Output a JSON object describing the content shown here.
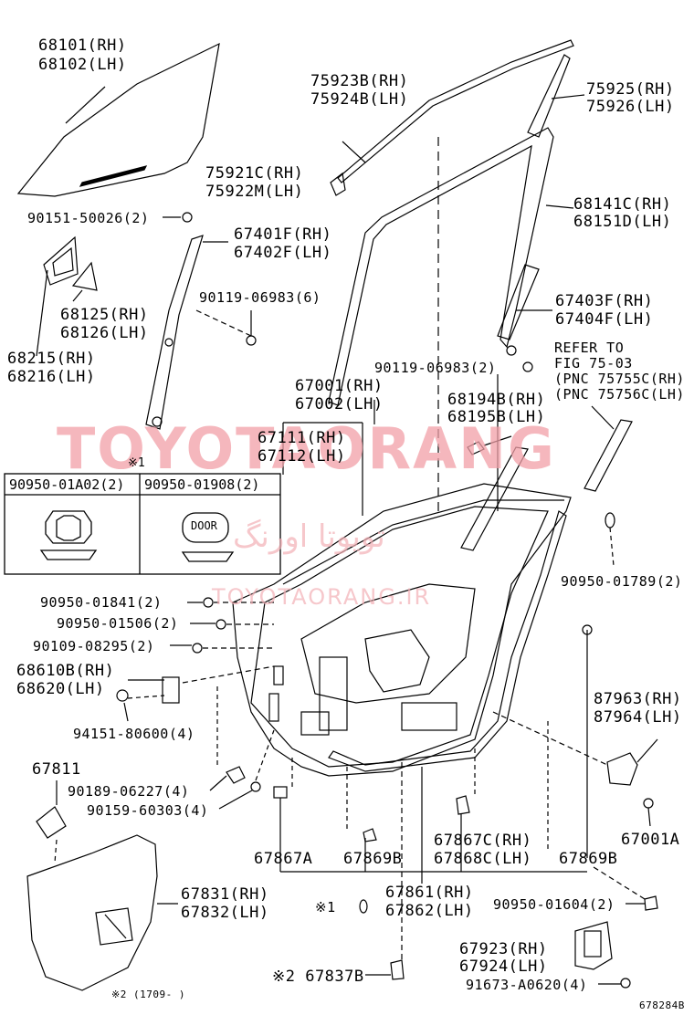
{
  "parts": {
    "p68101": "68101(RH)",
    "p68102": "68102(LH)",
    "p75923b": "75923B(RH)",
    "p75924b": "75924B(LH)",
    "p75925": "75925(RH)",
    "p75926": "75926(LH)",
    "p75921c": "75921C(RH)",
    "p75922m": "75922M(LH)",
    "p90151": "90151-50026(2)",
    "p68141c": "68141C(RH)",
    "p68151d": "68151D(LH)",
    "p67401f": "67401F(RH)",
    "p67402f": "67402F(LH)",
    "p90119a": "90119-06983(6)",
    "p68125": "68125(RH)",
    "p68126": "68126(LH)",
    "p68215": "68215(RH)",
    "p68216": "68216(LH)",
    "p67403f": "67403F(RH)",
    "p67404f": "67404F(LH)",
    "p90119b": "90119-06983(2)",
    "refer1": "REFER TO",
    "refer2": "FIG 75-03",
    "refer3": "(PNC 75755C(RH)",
    "refer4": "(PNC 75756C(LH)",
    "p67001": "67001(RH)",
    "p67002": "67002(LH)",
    "p68194b": "68194B(RH)",
    "p68195b": "68195B(LH)",
    "p67111": "67111(RH)",
    "p67112": "67112(LH)",
    "note1": "※1",
    "clip1": "90950-01A02(2)",
    "clip2": "90950-01908(2)",
    "p90950_1841": "90950-01841(2)",
    "p90950_1506": "90950-01506(2)",
    "p90109": "90109-08295(2)",
    "p68610b": "68610B(RH)",
    "p68620": "68620(LH)",
    "p94151": "94151-80600(4)",
    "p90950_1789": "90950-01789(2)",
    "p87963": "87963(RH)",
    "p87964": "87964(LH)",
    "p67811": "67811",
    "p90189": "90189-06227(4)",
    "p90159": "90159-60303(4)",
    "p67001a": "67001A",
    "p67867a": "67867A",
    "p67869b_1": "67869B",
    "p67867c": "67867C(RH)",
    "p67868c": "67868C(LH)",
    "p67869b_2": "67869B",
    "p67831": "67831(RH)",
    "p67832": "67832(LH)",
    "mark1": "※1",
    "p67861": "67861(RH)",
    "p67862": "67862(LH)",
    "p90950_1604": "90950-01604(2)",
    "p67923": "67923(RH)",
    "p67924": "67924(LH)",
    "p67837b": "※2 67837B",
    "p91673": "91673-A0620(4)",
    "footnote": "※2 (1709-      )",
    "figcode": "678284B"
  },
  "clip_text": "DOOR",
  "watermark": {
    "latin": "TOYOTAORANG",
    "arabic": "تويوتا اورنگ",
    "url": "TOYOTAORANG.IR"
  },
  "colors": {
    "line": "#000000",
    "watermark": "#f2a0a8"
  }
}
